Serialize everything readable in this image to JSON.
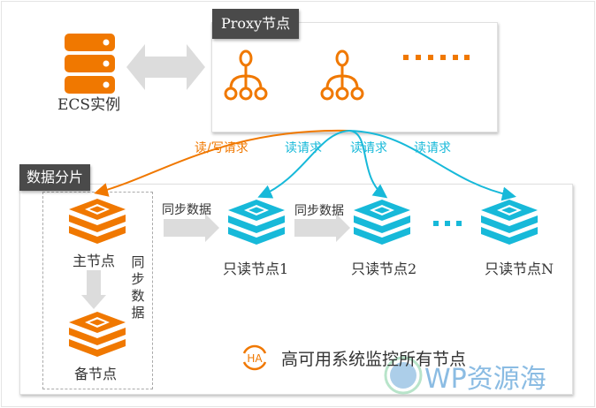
{
  "proxy": {
    "label": "Proxy节点"
  },
  "ecs": {
    "label": "ECS实例"
  },
  "requests": {
    "read_write": "读/写请求",
    "read": [
      "读请求",
      "读请求",
      "读请求"
    ]
  },
  "shard": {
    "label": "数据分片",
    "primary": "主节点",
    "standby": "备节点",
    "sync_vertical": "同步数据",
    "sync_labels": [
      "同步数据",
      "同步数据"
    ],
    "readonly_nodes": [
      "只读节点1",
      "只读节点2",
      "只读节点N"
    ],
    "ha_icon": "HA",
    "ha_text": "高可用系统监控所有节点"
  },
  "watermark": "WP资源海",
  "colors": {
    "orange": "#f07800",
    "cyan": "#17b9d9",
    "arrow_gray": "#d9d9d9",
    "tag_bg": "#4a4a4a"
  }
}
